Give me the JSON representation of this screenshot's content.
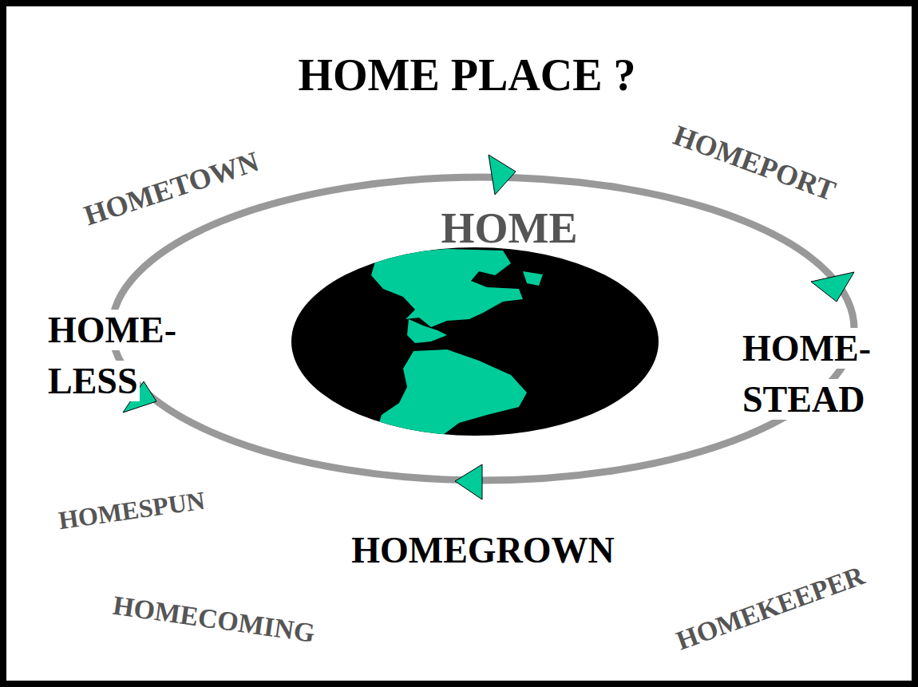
{
  "diagram": {
    "title": "HOME PLACE ?",
    "labels": [
      "HOMETOWN",
      "HOMEPORT",
      "HOME",
      "HOME- LESS",
      "HOME- STEAD",
      "HOMESPUN",
      "HOMEGROWN",
      "HOMECOMING",
      "HOMEKEEPER"
    ]
  }
}
